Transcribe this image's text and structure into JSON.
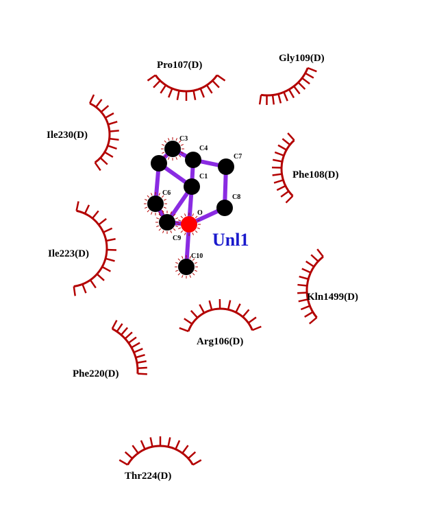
{
  "colors": {
    "bond": "#8a2be2",
    "carbon": "#000000",
    "oxygen": "#ff0000",
    "hydrophobic": "#b30000",
    "ligand_label": "#1a1acc",
    "text": "#000000"
  },
  "ligand": {
    "name": "Unl1",
    "atoms": [
      {
        "id": "C3",
        "label": "C3"
      },
      {
        "id": "C4",
        "label": "C4"
      },
      {
        "id": "C7",
        "label": "C7"
      },
      {
        "id": "C1",
        "label": "C1"
      },
      {
        "id": "C8",
        "label": "C8"
      },
      {
        "id": "C6",
        "label": "C6"
      },
      {
        "id": "O",
        "label": "O"
      },
      {
        "id": "C9",
        "label": "C9"
      },
      {
        "id": "C10",
        "label": "C10"
      },
      {
        "id": "C2",
        "label": ""
      }
    ]
  },
  "residues": [
    {
      "id": "pro107",
      "label": "Pro107(D)"
    },
    {
      "id": "gly109",
      "label": "Gly109(D)"
    },
    {
      "id": "ile230",
      "label": "Ile230(D)"
    },
    {
      "id": "phe108",
      "label": "Phe108(D)"
    },
    {
      "id": "ile223",
      "label": "Ile223(D)"
    },
    {
      "id": "kln1499",
      "label": "Kln1499(D)"
    },
    {
      "id": "arg106",
      "label": "Arg106(D)"
    },
    {
      "id": "phe220",
      "label": "Phe220(D)"
    },
    {
      "id": "thr224",
      "label": "Thr224(D)"
    }
  ]
}
